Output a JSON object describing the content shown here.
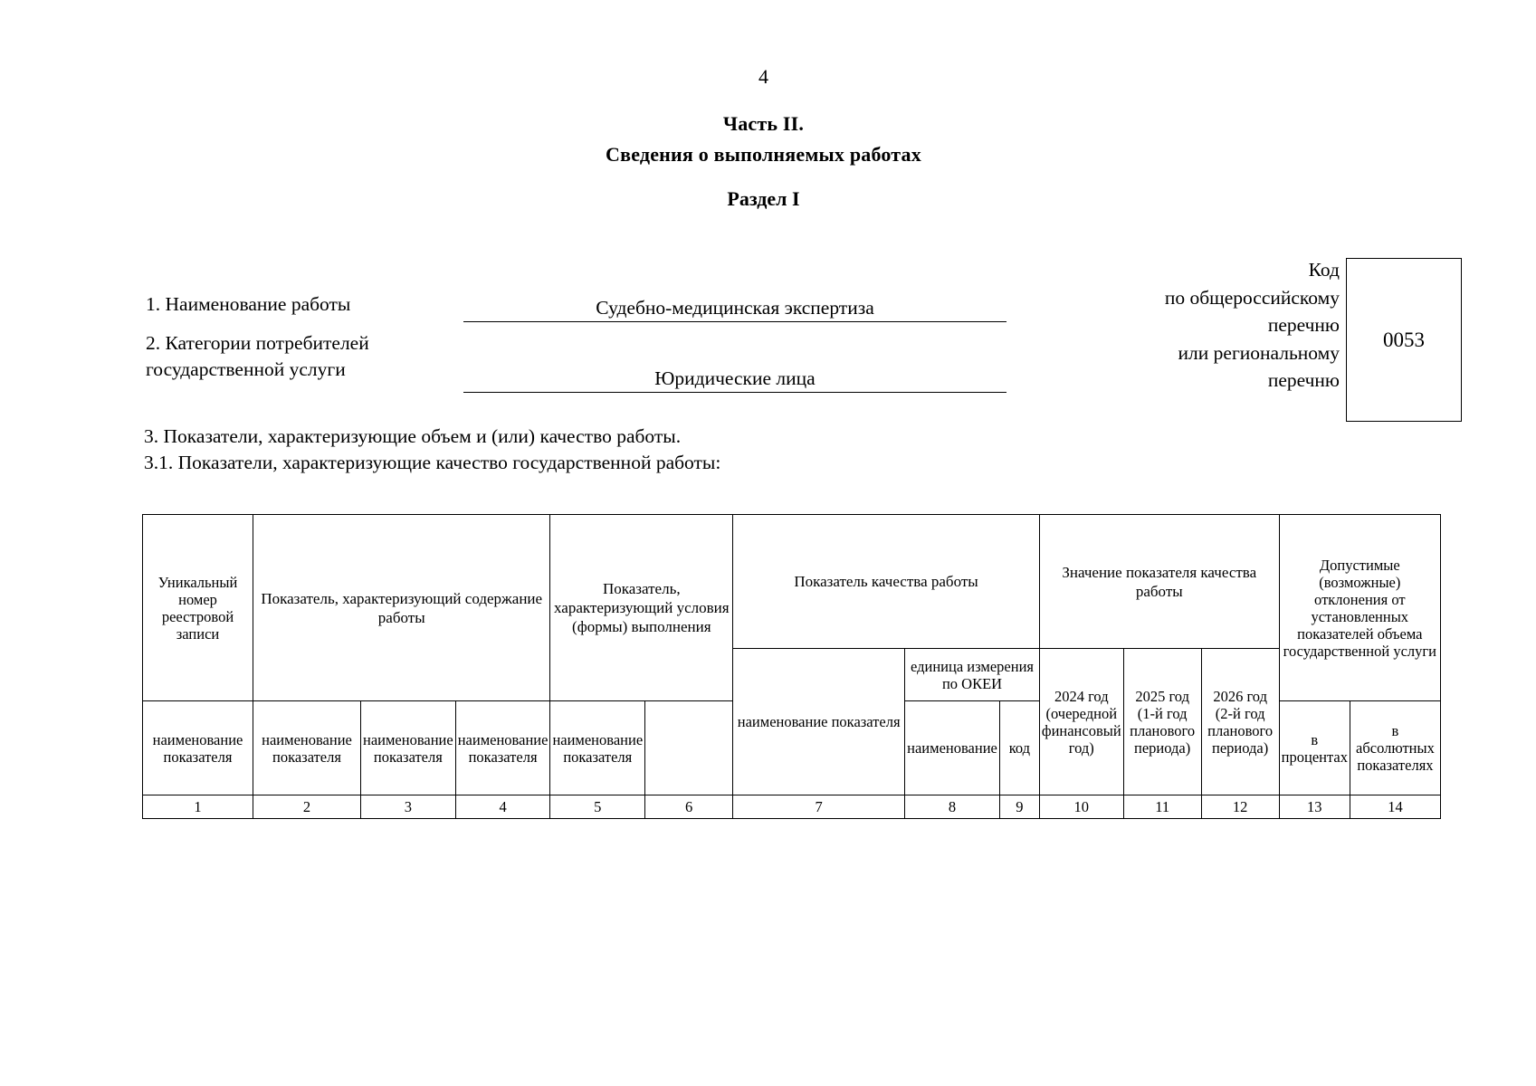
{
  "page": {
    "number": "4"
  },
  "titles": {
    "part": "Часть II.",
    "part_subtitle": "Сведения о выполняемых работах",
    "section": "Раздел I"
  },
  "code_block": {
    "label_lines": [
      "Код",
      "по общероссийскому",
      "перечню",
      "или региональному",
      "перечню"
    ],
    "value": "0053"
  },
  "fields": {
    "item1_label": "1. Наименование работы",
    "item1_value": "Судебно-медицинская экспертиза",
    "item2_label_line1": "2. Категории потребителей",
    "item2_label_line2": "государственной услуги",
    "item2_value": "Юридические лица"
  },
  "paragraphs": {
    "p3": "3. Показатели, характеризующие объем и (или) качество работы.",
    "p31": "3.1. Показатели, характеризующие качество государственной работы:"
  },
  "table": {
    "headers": {
      "unique_reg_number": "Уникальный номер реестровой записи",
      "indicator_content": "Показатель, характеризующий содержание работы",
      "indicator_conditions": "Показатель, характеризующий условия (формы) выполнения",
      "quality_indicator": "Показатель качества работы",
      "quality_value": "Значение показателя качества работы",
      "allowed_deviations": "Допустимые (возможные) отклонения от установленных показателей объема государственной услуги",
      "indicator_name_2": "наименование показателя",
      "indicator_name_3": "наименование показателя",
      "indicator_name_4": "наименование показателя",
      "indicator_name_5": "наименование показателя",
      "indicator_name_6": "наименование показателя",
      "indicator_name_7": "наименование показателя",
      "unit_okei": "единица измерения по ОКЕИ",
      "unit_name": "наименование",
      "unit_code": "код",
      "year_2024": "2024 год (очередной финансовый год)",
      "year_2025": "2025 год (1-й год планового периода)",
      "year_2026": "2026 год (2-й год планового периода)",
      "in_percent": "в процентах",
      "in_absolute": "в абсолютных показателях"
    },
    "column_numbers": [
      "1",
      "2",
      "3",
      "4",
      "5",
      "6",
      "7",
      "8",
      "9",
      "10",
      "11",
      "12",
      "13",
      "14"
    ]
  },
  "colors": {
    "ink": "#000000",
    "paper": "#ffffff"
  }
}
